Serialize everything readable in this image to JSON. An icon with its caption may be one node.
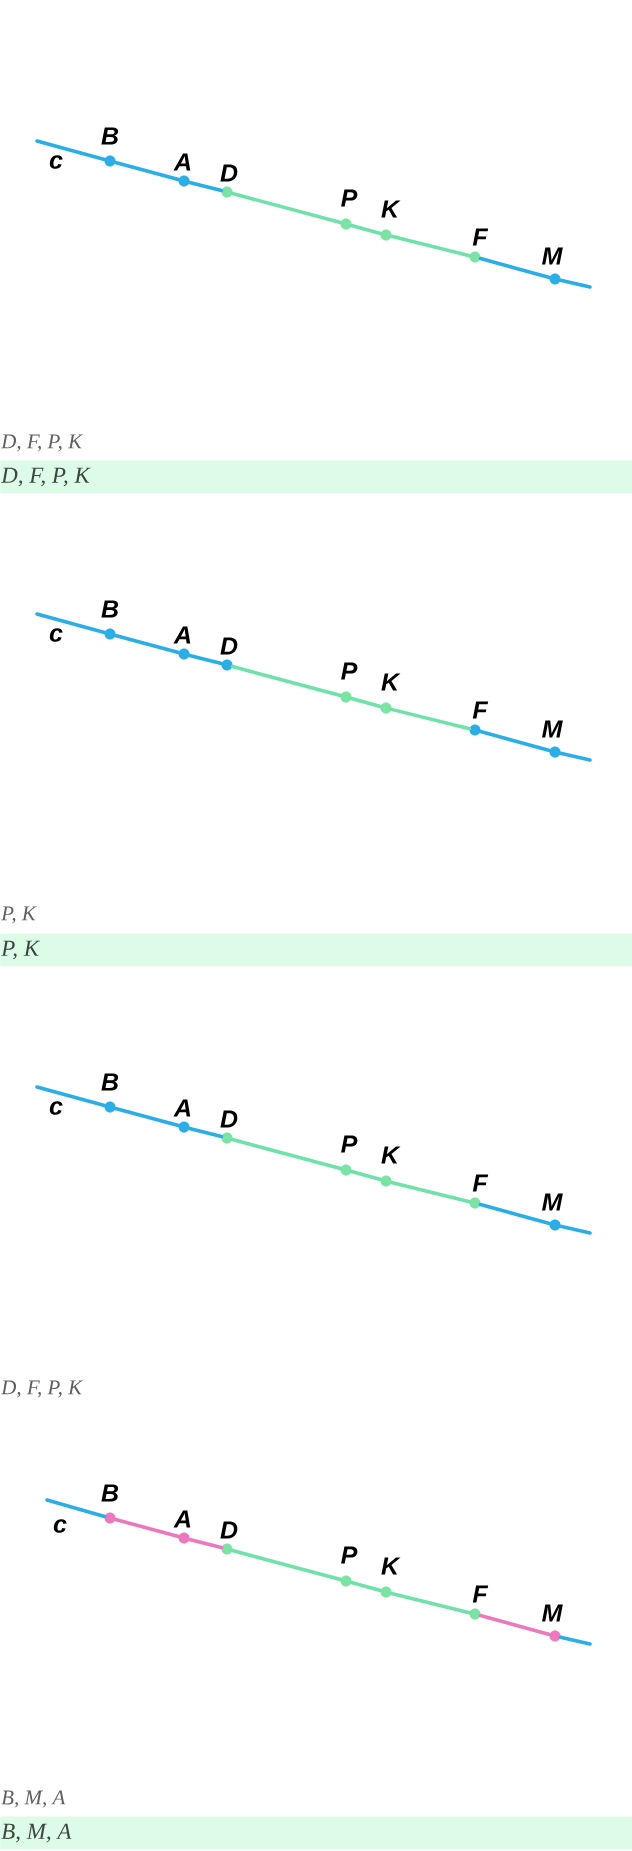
{
  "diagram": {
    "nodes": [
      {
        "text": [
          "B"
        ]
      },
      {
        "text": [
          "A"
        ]
      },
      {
        "text": [
          "D"
        ]
      },
      {
        "text": [
          "P"
        ]
      },
      {
        "text": [
          "K"
        ]
      },
      {
        "text": [
          "F"
        ]
      },
      {
        "text": [
          "M"
        ]
      },
      {
        "text": [
          "D, F, P, K"
        ]
      },
      {
        "text": [
          "B"
        ]
      },
      {
        "text": [
          "A"
        ]
      },
      {
        "text": [
          "D"
        ]
      },
      {
        "text": [
          "P"
        ]
      },
      {
        "text": [
          "K"
        ]
      },
      {
        "text": [
          "F"
        ]
      },
      {
        "text": [
          "M"
        ]
      },
      {
        "text": [
          "P, K"
        ]
      },
      {
        "text": [
          "B"
        ]
      },
      {
        "text": [
          "A"
        ]
      },
      {
        "text": [
          "D"
        ]
      },
      {
        "text": [
          "P"
        ]
      },
      {
        "text": [
          "K"
        ]
      },
      {
        "text": [
          "F"
        ]
      },
      {
        "text": [
          "M"
        ]
      },
      {
        "text": [
          "B"
        ]
      },
      {
        "text": [
          "A"
        ]
      },
      {
        "text": [
          "D"
        ]
      },
      {
        "text": [
          "P"
        ]
      },
      {
        "text": [
          "K"
        ]
      },
      {
        "text": [
          "F"
        ]
      },
      {
        "text": [
          "M"
        ]
      },
      {
        "text": [
          "B, M, A"
        ]
      }
    ],
    "edges": [
      {
        "from": null,
        "to": 0,
        "arrow": "none"
      },
      {
        "from": 0,
        "to": 1,
        "arrow": "none"
      },
      {
        "from": 1,
        "to": 2,
        "arrow": "none"
      },
      {
        "from": 2,
        "to": 3,
        "arrow": "none",
        "color": "#6fe2a9"
      },
      {
        "from": 3,
        "to": 4,
        "arrow": "none",
        "color": "#6fe2a9"
      },
      {
        "from": 4,
        "to": 5,
        "arrow": "none",
        "color": "#6fe2a9"
      },
      {
        "from": 5,
        "to": 6,
        "arrow": "none"
      },
      {
        "from": 6,
        "to": null,
        "arrow": "none"
      },
      {
        "from": null,
        "to": 8,
        "arrow": "none"
      },
      {
        "from": 8,
        "to": 9,
        "arrow": "none"
      },
      {
        "from": 9,
        "to": 10,
        "arrow": "none"
      },
      {
        "from": 10,
        "to": 11,
        "arrow": "none",
        "color": "#6fe2a9"
      },
      {
        "from": 11,
        "to": 12,
        "arrow": "none",
        "color": "#6fe2a9"
      },
      {
        "from": 12,
        "to": 13,
        "arrow": "none",
        "color": "#6fe2a9"
      },
      {
        "from": 13,
        "to": 14,
        "arrow": "none"
      },
      {
        "from": 14,
        "to": null,
        "arrow": "none"
      },
      {
        "from": null,
        "to": 16,
        "arrow": "none"
      },
      {
        "from": 16,
        "to": 17,
        "arrow": "none"
      },
      {
        "from": 17,
        "to": 18,
        "arrow": "none"
      },
      {
        "from": 18,
        "to": 19,
        "arrow": "none",
        "color": "#6fe2a9"
      },
      {
        "from": 19,
        "to": 20,
        "arrow": "none",
        "color": "#6fe2a9"
      },
      {
        "from": 20,
        "to": 21,
        "arrow": "none",
        "color": "#6fe2a9"
      },
      {
        "from": 21,
        "to": 22,
        "arrow": "none"
      },
      {
        "from": 22,
        "to": null,
        "arrow": "none"
      },
      {
        "from": null,
        "to": 23,
        "arrow": "none"
      },
      {
        "from": 23,
        "to": 24,
        "arrow": "none",
        "color": "#ee78bd"
      },
      {
        "from": 24,
        "to": 25,
        "arrow": "none",
        "color": "#ee78bd"
      },
      {
        "from": 25,
        "to": 26,
        "arrow": "none",
        "color": "#6fe2a9"
      },
      {
        "from": 26,
        "to": 27,
        "arrow": "none",
        "color": "#6fe2a9"
      },
      {
        "from": 27,
        "to": 28,
        "arrow": "none",
        "color": "#6fe2a9"
      },
      {
        "from": 28,
        "to": 29,
        "arrow": "none",
        "color": "#ee78bd"
      },
      {
        "from": 29,
        "to": null,
        "arrow": "none"
      }
    ],
    "labels": [
      "c",
      "D, F, P, K",
      "c",
      "P, K",
      "c",
      "D, F, P, K",
      "c",
      "B, M, A"
    ]
  }
}
